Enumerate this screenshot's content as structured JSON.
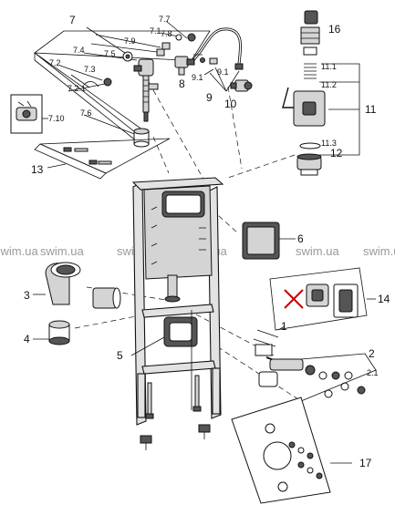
{
  "watermark": "swim.ua",
  "callouts": {
    "c1": "1",
    "c2": "2",
    "c2_1": "2.1",
    "c3": "3",
    "c4": "4",
    "c5": "5",
    "c6": "6",
    "c7": "7",
    "c7_1": "7.1",
    "c7_2": "7.2",
    "c7_2_1": "7.2.1",
    "c7_3": "7.3",
    "c7_4": "7.4",
    "c7_5": "7.5",
    "c7_6": "7.6",
    "c7_7": "7.7",
    "c7_8": "7.8",
    "c7_9": "7.9",
    "c7_10": "7.10",
    "c8": "8",
    "c9": "9",
    "c9_1a": "9.1",
    "c9_1b": "9.1",
    "c10": "10",
    "c11": "11",
    "c11_1": "11.1",
    "c11_2": "11.2",
    "c11_3": "11.3",
    "c12": "12",
    "c13": "13",
    "c14": "14",
    "c16": "16",
    "c17": "17"
  },
  "colors": {
    "line": "#111111",
    "part": "#d4d4d4",
    "dark": "#555555",
    "watermark": "#9a9a9a",
    "cross": "#cc0000"
  }
}
